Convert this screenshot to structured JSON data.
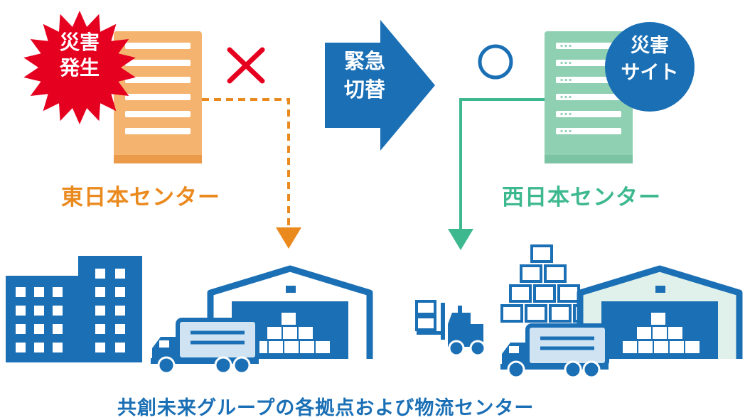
{
  "title": "",
  "east": {
    "burst_line1": "災害",
    "burst_line2": "発生",
    "status_mark": "×",
    "label": "東日本センター"
  },
  "switch": {
    "line1": "緊急",
    "line2": "切替"
  },
  "west": {
    "status_mark": "○",
    "site_line1": "災害",
    "site_line2": "サイト",
    "label": "西日本センター"
  },
  "bottom_label": "共創未来グループの各拠点および物流センター",
  "colors": {
    "east_server": "#f4b36e",
    "east_accent": "#ea8a1e",
    "burst_red": "#e6001f",
    "west_server": "#8fcfb2",
    "west_accent": "#3db88f",
    "blue": "#1a6fb5",
    "light_blue": "#cfe3f3"
  },
  "icons": [
    "disaster-burst-icon",
    "server-rack-icon",
    "cross-icon",
    "arrow-right-icon",
    "circle-ok-icon",
    "building-icon",
    "warehouse-icon",
    "truck-icon",
    "forklift-icon",
    "box-stack-icon"
  ]
}
